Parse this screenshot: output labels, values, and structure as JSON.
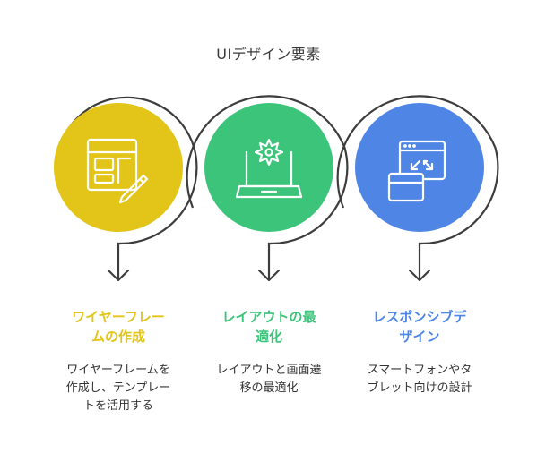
{
  "title": "UIデザイン要素",
  "colors": {
    "yellow": "#e2c518",
    "green": "#3cc47a",
    "blue": "#4f86e5",
    "line": "#3d3d3d"
  },
  "steps": [
    {
      "heading_line1": "ワイヤーフレー",
      "heading_line2": "ムの作成",
      "desc_line1": "ワイヤーフレームを",
      "desc_line2": "作成し、テンプレー",
      "desc_line3": "トを活用する",
      "icon": "wireframe-pencil-icon"
    },
    {
      "heading_line1": "レイアウトの最",
      "heading_line2": "適化",
      "desc_line1": "レイアウトと画面遷",
      "desc_line2": "移の最適化",
      "icon": "laptop-gear-icon"
    },
    {
      "heading_line1": "レスポンシブデ",
      "heading_line2": "ザイン",
      "desc_line1": "スマートフォンやタ",
      "desc_line2": "ブレット向けの設計",
      "icon": "responsive-window-icon"
    }
  ]
}
